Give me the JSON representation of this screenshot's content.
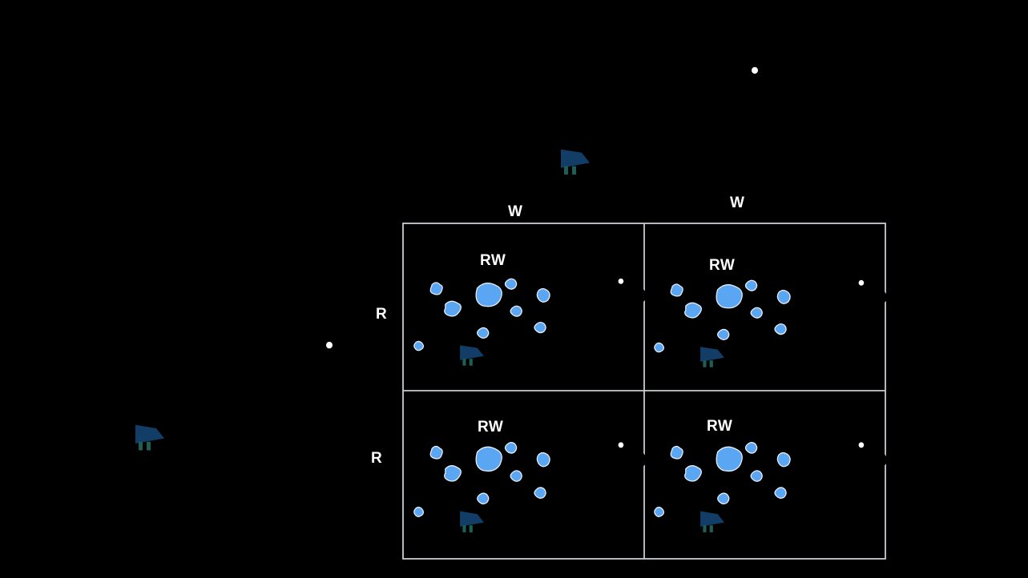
{
  "diagram": {
    "colors": {
      "background": "#000000",
      "red_parent_body": "#5aa6f2",
      "white_parent_body": "#061133",
      "offspring_body": "#061133",
      "spot": "#5aa6f2",
      "outline": "#e9eef8",
      "udder": "#123d66",
      "teat": "#1f5e55",
      "grid_line": "#c9ccd3"
    },
    "icons": {
      "red_parent": "cow-icon",
      "white_parent": "cow-icon",
      "offspring": "roan-cow-icon"
    },
    "top_alleles": [
      "W",
      "W"
    ],
    "side_alleles": [
      "R",
      "R"
    ],
    "offspring": [
      {
        "genotype": "RW"
      },
      {
        "genotype": "RW"
      },
      {
        "genotype": "RW"
      },
      {
        "genotype": "RW"
      }
    ]
  }
}
